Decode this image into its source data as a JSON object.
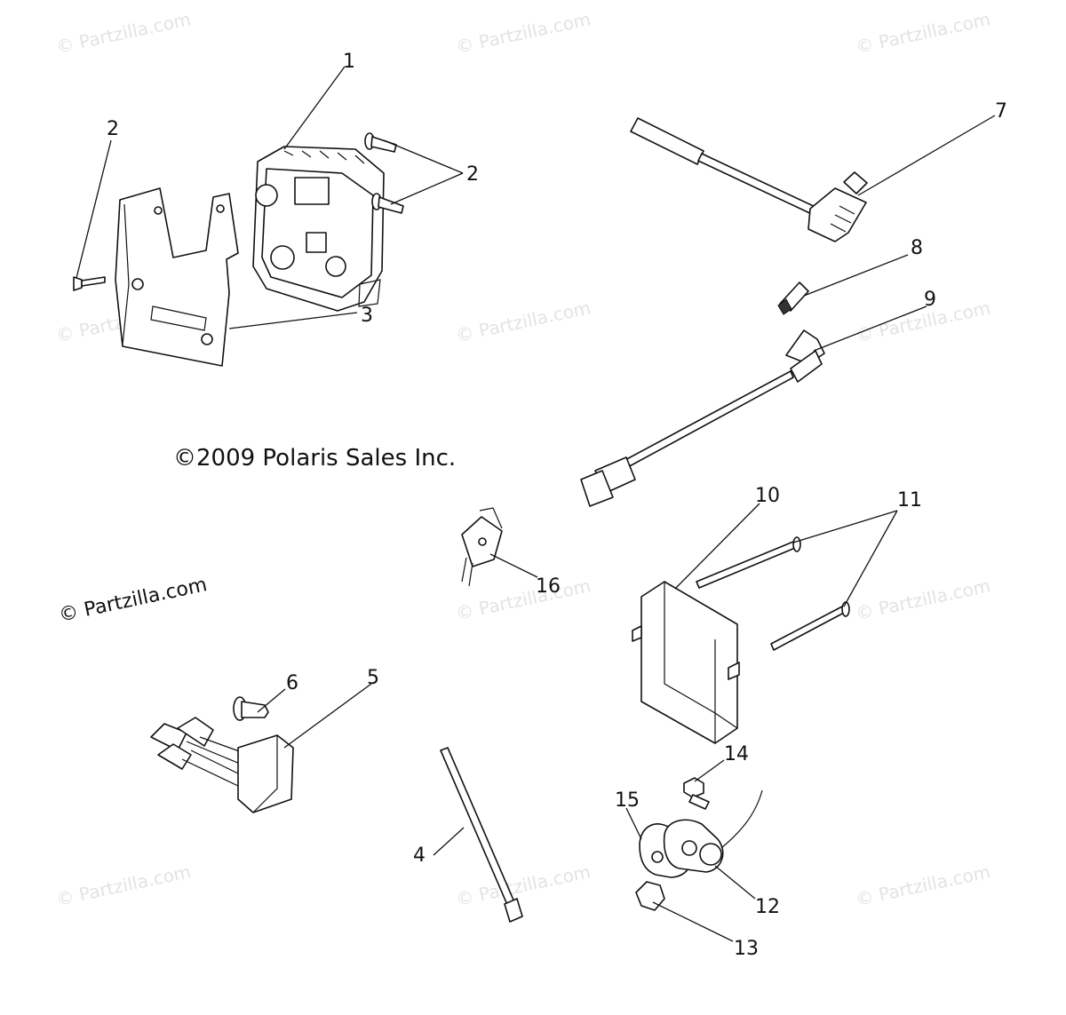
{
  "watermark": {
    "text": "© Partzilla.com",
    "prominent_text": "© Partzilla.com"
  },
  "copyright": "©2009 Polaris Sales Inc.",
  "callouts": [
    "1",
    "2",
    "2",
    "3",
    "4",
    "5",
    "6",
    "7",
    "8",
    "9",
    "10",
    "11",
    "12",
    "13",
    "14",
    "15",
    "16"
  ]
}
